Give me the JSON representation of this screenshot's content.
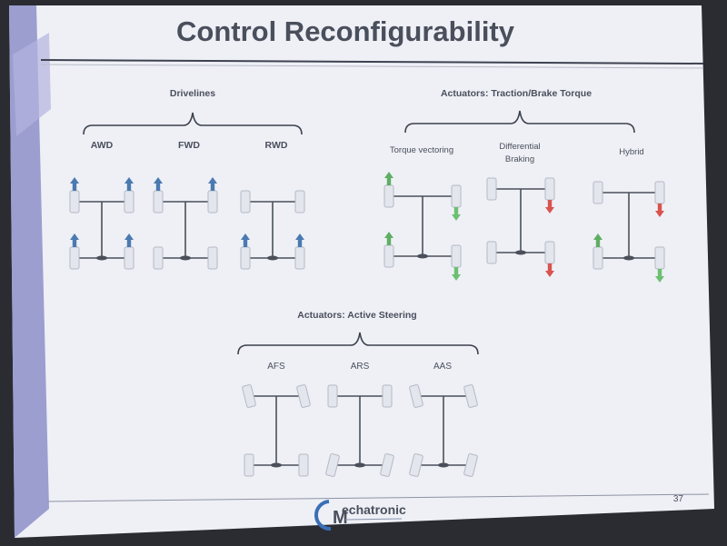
{
  "slide": {
    "title": "Control Reconfigurability",
    "page_number": "37",
    "logo_text": "echatronic"
  },
  "sections": {
    "drivelines": {
      "heading": "Drivelines",
      "items": [
        {
          "label": "AWD",
          "front_arrows": [
            "up",
            "up"
          ],
          "rear_arrows": [
            "up",
            "up"
          ]
        },
        {
          "label": "FWD",
          "front_arrows": [
            "up",
            "up"
          ],
          "rear_arrows": []
        },
        {
          "label": "RWD",
          "front_arrows": [],
          "rear_arrows": [
            "up",
            "up"
          ]
        }
      ]
    },
    "traction": {
      "heading": "Actuators: Traction/Brake Torque",
      "items": [
        {
          "label": "Torque vectoring"
        },
        {
          "label_lines": [
            "Differential",
            "Braking"
          ]
        },
        {
          "label": "Hybrid"
        }
      ]
    },
    "steering": {
      "heading": "Actuators: Active Steering",
      "items": [
        {
          "label": "AFS",
          "steer": "front"
        },
        {
          "label": "ARS",
          "steer": "rear"
        },
        {
          "label": "AAS",
          "steer": "all"
        }
      ]
    }
  },
  "colors": {
    "accel_up": "#5fae62",
    "accel_down": "#6cc071",
    "brake": "#d9534f",
    "drive_blue": "#4a7ab0",
    "wheel_fill": "#e3e6ec",
    "frame": "#4a4f5a",
    "bracket": "#3c414d",
    "slide_bg": "#eef0f6"
  }
}
